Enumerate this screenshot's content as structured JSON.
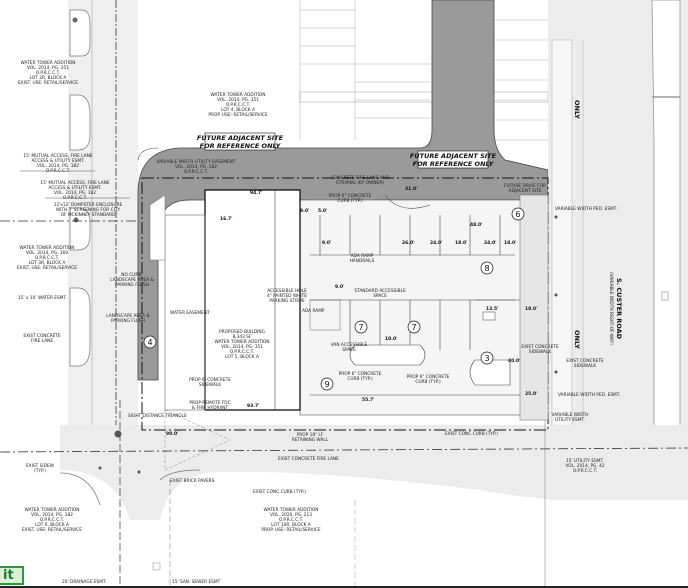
{
  "lots": {
    "lot2r": [
      "WATER TOWER ADDITION",
      "VOL. 2014, PG. 351",
      "O.P.R.C.C.T.",
      "LOT 2R, BLOCK A",
      "",
      "EXIST. USE: RETAIL/SERVICE"
    ],
    "lot3r": [
      "WATER TOWER ADDITION",
      "VOL. 2014, PG. 169",
      "O.P.R.C.C.T.",
      "LOT 3R, BLOCK A",
      "",
      "EXIST. USE: RETAIL/SERVICE"
    ],
    "lot4": [
      "WATER TOWER ADDITION",
      "VOL. 2014, PG. 351",
      "O.P.R.C.C.T.",
      "LOT 4, BLOCK A",
      "",
      "PROP. USE: RETAIL/SERVICE"
    ],
    "lot5": [
      "PROPOSED BUILDING",
      "8,343 SF",
      "",
      "",
      "WATER TOWER ADDITION",
      "VOL. 2014, PG. 351",
      "O.P.R.C.C.T.",
      "",
      "LOT 5, BLOCK A"
    ],
    "lot6": [
      "WATER TOWER ADDITION",
      "VOL. 2014, PG. 182",
      "O.P.R.C.C.T.",
      "LOT 6, BLOCK A",
      "",
      "EXIST. USE: RETAIL/SERVICE"
    ],
    "lot10r": [
      "WATER TOWER ADDITION",
      "VOL. 2020, PG. 213",
      "O.P.R.C.C.T.",
      "LOT 10R, BLOCK A",
      "PROP. USE: RETAIL/SERVICE"
    ]
  },
  "easements": {
    "mutual_1": [
      "15' MUTUAL ACCESS, FIRE LANE",
      "ACCESS & UTILITY ESMT.",
      "VOL. 2014, PG. 182",
      "O.P.R.C.C.T."
    ],
    "mutual_2": [
      "15' MUTUAL ACCESS, FIRE LANE",
      "ACCESS & UTILITY ESMT.",
      "VOL. 2014, PG. 182",
      "O.P.R.C.C.T."
    ],
    "water": "15' x 10' WATER ESMT.",
    "utility_var": [
      "VARIABLE WIDTH UTILITY EASEMENT",
      "VOL. 2014, PG. 182",
      "O.P.R.C.C.T."
    ],
    "ped_top": "VARIABLE WIDTH PED. ESMT.",
    "ped_bottom": "VARIABLE WIDTH PED. ESMT.",
    "utility_var_right": [
      "VARIABLE WIDTH",
      "UTILITY ESMT."
    ],
    "utility_15": [
      "15' UTILITY ESMT.",
      "VOL. 2014, PG. 42",
      "O.P.R.C.C.T."
    ],
    "drainage": "20' DRAINAGE ESMT.",
    "sewer": "15' SAN. SEWER ESMT"
  },
  "future_site": [
    "FUTURE ADJACENT SITE",
    "FOR REFERENCE ONLY"
  ],
  "road": {
    "name": "S. CUSTER ROAD",
    "row": "(VARIABLE WIDTH RIGHT-OF-WAY)"
  },
  "notes": {
    "fire_lane": [
      "CONCRETE FIRE LANE AND",
      "STRIPING (BY OWNER)"
    ],
    "curb_top": [
      "PROP 6\" CONCRETE",
      "CURB (TYP.)"
    ],
    "curb_mid": [
      "PROP 6\" CONCRETE",
      "CURB (TYP.)"
    ],
    "curb_right": [
      "PROP 6\" CONCRETE",
      "CURB (TYP.)"
    ],
    "std_space": [
      "STANDARD ACCESSIBLE",
      "SPACE"
    ],
    "van_space": [
      "VAN ACCESSIBLE",
      "SPACE"
    ],
    "ada_ramp": "ADA RAMP",
    "ada_ramp_2": [
      "ADA RAMP",
      "HANDRAILS"
    ],
    "stripe": [
      "ACCESSIBLE HOLE",
      "4\" PAINTED WHITE",
      "PARKING STRIPE"
    ],
    "dumpster": [
      "12'x12' DUMPSTER ENCLOSURE",
      "WITH 7' SCREENING FOR CITY",
      "OF MCKINNEY STANDARD"
    ],
    "landscape_1": [
      "NO CURB,",
      "LANDSCAPE AREA &",
      "PARKING FLUSH"
    ],
    "landscape_2": [
      "LANDSCAPE AREA &",
      "PARKING FLUSH"
    ],
    "fdc": [
      "PROP REMOTE FDC",
      "& FIRE HYDRANT"
    ],
    "retaining": [
      "PROP 18\" LF",
      "RETAINING WALL"
    ],
    "sight": "SIGHT DISTANCE TRIANGLE",
    "fire_lane_left": [
      "EXIST CONCRETE",
      "FIRE LANE"
    ],
    "sidewalk_left": [
      "EXIST SIDEW",
      "(TYP.)"
    ],
    "sidewalk_right": [
      "EXIST CONCRETE",
      "SIDEWALK"
    ],
    "sidewalk_prop": [
      "PROP 6' CONCRETE",
      "SIDEWALK"
    ],
    "exist_fire_lane": "EXIST CONCRETE FIRE LANE",
    "brick": "EXIST BRICK PAVERS",
    "curb_exist": "EXIST CONC CURB (TYP.)",
    "curb_exist_2": "EXIST CONC CURB (TYP.)",
    "future_drive": [
      "FUTURE DRIVE FOR",
      "ADJACENT SITE"
    ],
    "water_esmt": "WATER EASEMENT",
    "conc_left": [
      "EXIST CONCRETE",
      "SIDEWALK"
    ]
  },
  "dimensions": [
    "94.7'",
    "93.7'",
    "90.0'",
    "55.7'",
    "24.0'",
    "18.0'",
    "24.0'",
    "18.0'",
    "26.0'",
    "9.0'",
    "9.0'",
    "48.0'",
    "10.0'",
    "31.0'",
    "9.0'",
    "5.0'",
    "18.0'",
    "13.5'",
    "40.0'",
    "25.0'",
    "16.7'"
  ],
  "stall_counts": [
    "6",
    "7",
    "7",
    "3",
    "9",
    "4",
    "8"
  ],
  "edit_button": {
    "label": "it",
    "color": "#2d9a3a"
  }
}
